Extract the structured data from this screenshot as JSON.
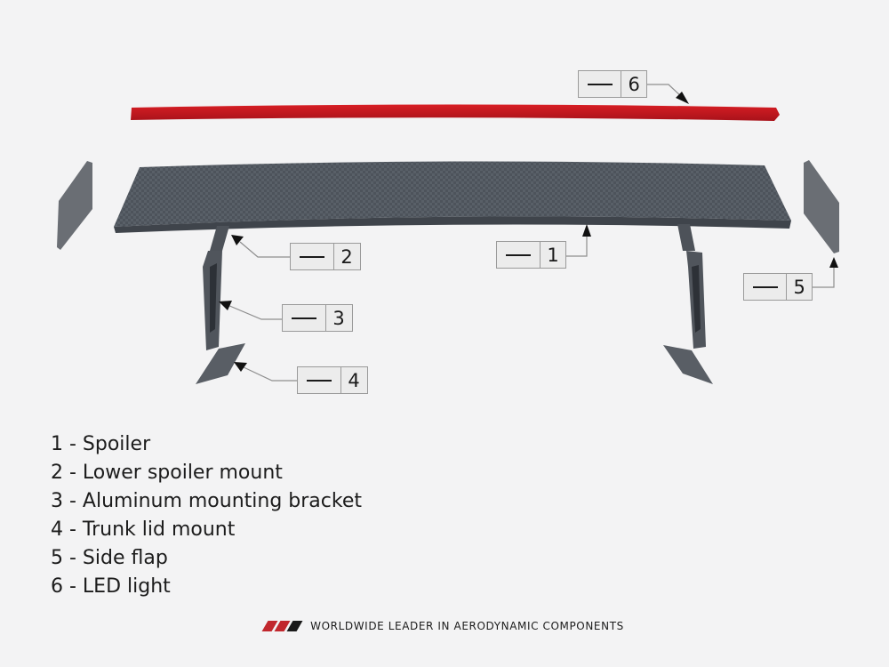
{
  "callouts": [
    {
      "number": "6",
      "id": "callout-6"
    },
    {
      "number": "2",
      "id": "callout-2"
    },
    {
      "number": "1",
      "id": "callout-1"
    },
    {
      "number": "5",
      "id": "callout-5"
    },
    {
      "number": "3",
      "id": "callout-3"
    },
    {
      "number": "4",
      "id": "callout-4"
    }
  ],
  "legend": [
    "1 - Spoiler",
    "2 - Lower spoiler mount",
    "3 - Aluminum mounting bracket",
    "4 - Trunk lid mount",
    "5 - Side flap",
    "6 - LED light"
  ],
  "footer": {
    "tagline": "WORLDWIDE LEADER IN AERODYNAMIC COMPONENTS",
    "logo_colors": [
      "#c1272d",
      "#c1272d",
      "#1a1a1a"
    ]
  },
  "colors": {
    "led": "#c4161c",
    "spoiler": "#5b6068",
    "mount": "#4a4e55",
    "flap": "#686c72",
    "background": "#f3f3f4"
  }
}
